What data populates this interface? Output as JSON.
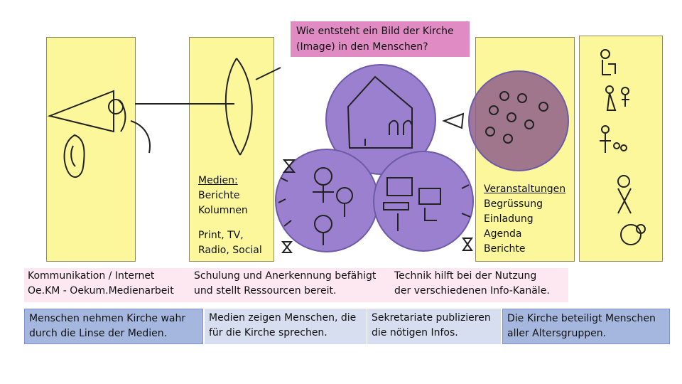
{
  "title": "Wie entsteht ein Bild der Kirche\n(Image) in den Menschen?",
  "media_panel": {
    "heading": "Medien:",
    "lines": "Berichte\nKolumnen",
    "channels": "Print, TV,\nRadio, Social"
  },
  "events_panel": {
    "heading": "Veranstaltungen",
    "lines": "Begrüssung\nEinladung\nAgenda\nBerichte"
  },
  "mid_row": {
    "left": "Kommunikation / Internet\nOe.KM - Oekum.Medienarbeit",
    "center": "Schulung und Anerkennung befähigt\nund stellt Ressourcen bereit.",
    "right": "Technik hilft bei der Nutzung\nder verschiedenen Info-Kanäle."
  },
  "bottom_row": [
    "Menschen nehmen Kirche wahr\ndurch die Linse der Medien.",
    "Medien zeigen Menschen, die\nfür die Kirche sprechen.",
    "Sekretariate publizieren\ndie nötigen Infos.",
    "Die Kirche beteiligt Menschen\naller Altersgruppen."
  ],
  "colors": {
    "panel_yellow": "#fbf79a",
    "title_pink": "#e08bc4",
    "circle_purple": "#9a80cf",
    "box_blue": "#a5b7de",
    "box_light_blue": "#d7def0",
    "row_pink": "#fde7f1"
  }
}
